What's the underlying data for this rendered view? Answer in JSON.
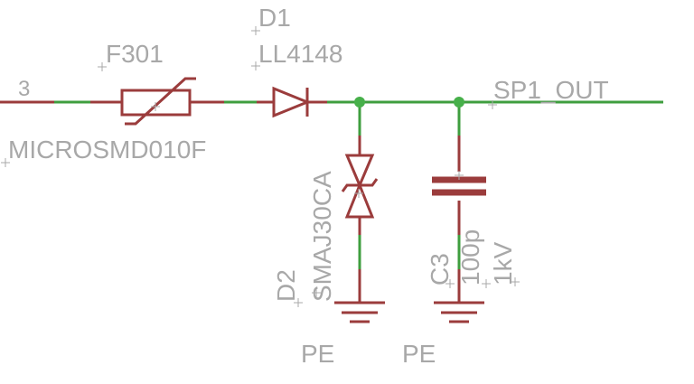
{
  "labels": {
    "pin_number": "3",
    "fuse_name": "F301",
    "fuse_value": "MICROSMD010F",
    "diode_name": "D1",
    "diode_value": "LL4148",
    "net_name": "SP1_OUT",
    "tvs_name": "D2",
    "tvs_value": "SMAJ30CA",
    "cap_name": "C3",
    "cap_value": "100p",
    "cap_voltage": "1kV",
    "ground_left": "PE",
    "ground_right": "PE"
  },
  "colors": {
    "component": "#9b3c3c",
    "wire": "#3f9e3f",
    "junction": "#47b04a",
    "text": "#a8a8a8",
    "origin_cross": "#a8a8a8"
  }
}
